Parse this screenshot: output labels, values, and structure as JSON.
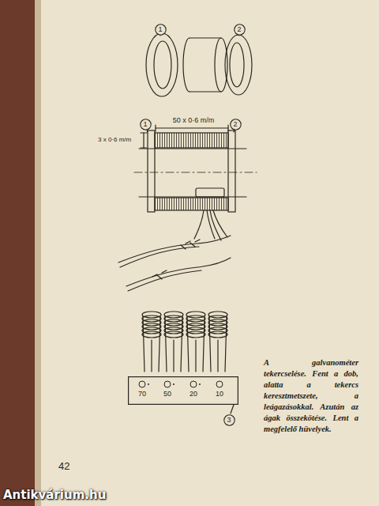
{
  "diagram": {
    "caption": "A galvanométer tekercselése. Fent a dob, alatta a tekercs keresztmetszete, a leágazásokkal. Azután az ágak összekötése. Lent a megfelelő hüvelyek.",
    "nodes": [
      {
        "text": [
          "1"
        ]
      },
      {
        "text": [
          "2"
        ]
      },
      {
        "text": [
          "1"
        ]
      },
      {
        "text": [
          "2"
        ]
      },
      {
        "text": [
          "70",
          "50",
          "20",
          "10"
        ]
      },
      {
        "text": [
          "3"
        ]
      }
    ],
    "labels": [
      "50 x 0·6 m/m",
      "3 x 0·6 m/m",
      "42",
      "Antikvárium.hu"
    ]
  }
}
